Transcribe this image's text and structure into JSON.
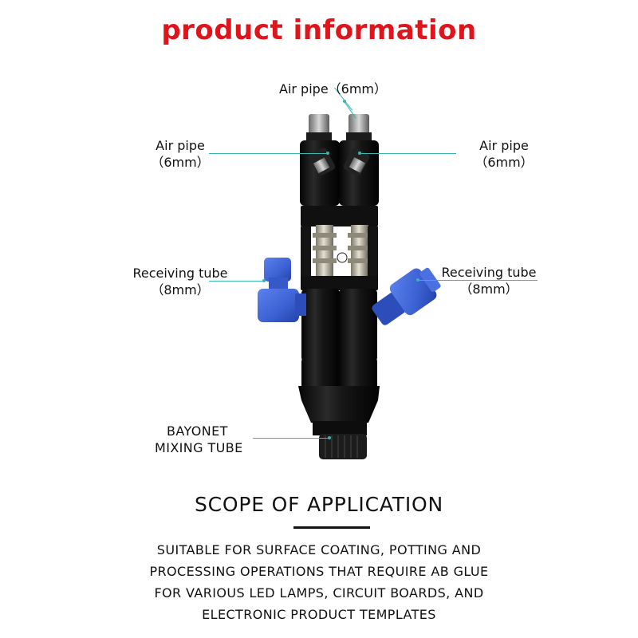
{
  "header": {
    "title": "product information"
  },
  "callouts": {
    "air_pipe_top": {
      "name": "Air pipe",
      "size": "（6mm）"
    },
    "air_pipe_left": {
      "name": "Air pipe",
      "size": "（6mm）"
    },
    "air_pipe_right": {
      "name": "Air pipe",
      "size": "（6mm）"
    },
    "receiving_tube_left": {
      "name": "Receiving tube",
      "size": "（8mm）"
    },
    "receiving_tube_right": {
      "name": "Receiving tube",
      "size": "（8mm）"
    },
    "mixing_tube": {
      "line1": "BAYONET",
      "line2": "MIXING TUBE"
    }
  },
  "scope": {
    "title": "SCOPE OF APPLICATION",
    "lines": [
      "SUITABLE FOR SURFACE COATING, POTTING AND",
      "PROCESSING OPERATIONS THAT REQUIRE AB GLUE",
      "FOR VARIOUS LED LAMPS, CIRCUIT BOARDS, AND",
      "ELECTRONIC PRODUCT TEMPLATES"
    ]
  },
  "colors": {
    "title": "#e0141b",
    "leader_line": "#37b5b0",
    "valve_body": "#141414",
    "fitting_blue": "#3c62d4",
    "brass_fitting": "#b9b4a6"
  }
}
